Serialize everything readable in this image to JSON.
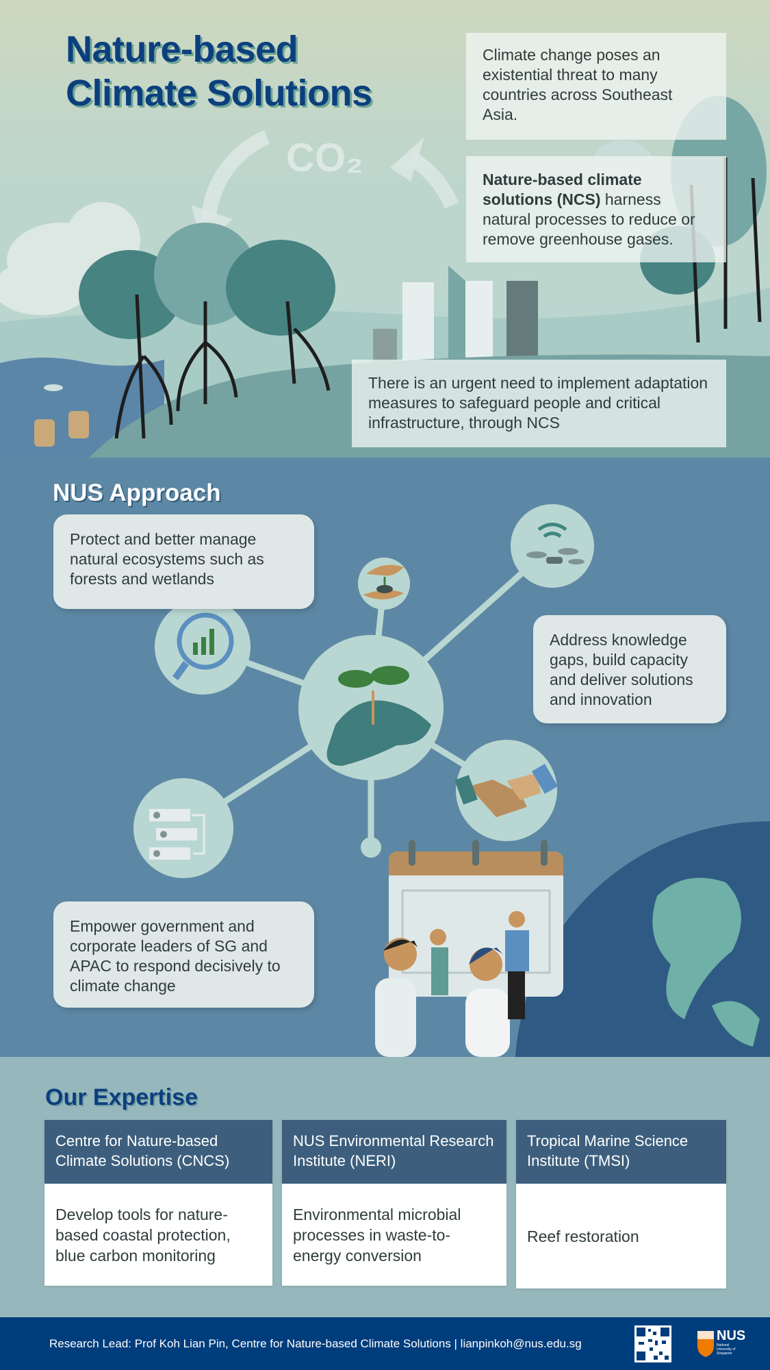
{
  "header": {
    "title_line1": "Nature-based",
    "title_line2": "Climate Solutions",
    "co2_label": "CO₂"
  },
  "intro": {
    "box1": "Climate change poses an existential threat to many countries across Southeast Asia.",
    "box2_bold": "Nature-based climate solutions (NCS)",
    "box2_rest": " harness natural processes to reduce or remove greenhouse gases.",
    "box3": "There is an urgent need to implement adaptation measures to safeguard people and critical infrastructure, through NCS"
  },
  "approach": {
    "title": "NUS Approach",
    "items": [
      "Protect and better manage natural ecosystems such as forests and wetlands",
      "Address knowledge gaps, build capacity and deliver solutions and innovation",
      "Empower government and corporate leaders of SG and APAC to respond decisively to climate change"
    ]
  },
  "expertise": {
    "title": "Our Expertise",
    "cards": [
      {
        "name": "Centre for Nature-based Climate Solutions (CNCS)",
        "desc": "Develop tools for nature-based coastal protection, blue carbon monitoring"
      },
      {
        "name": "NUS Environmental Research Institute (NERI)",
        "desc": "Environmental microbial processes in waste-to-energy conversion"
      },
      {
        "name": "Tropical Marine Science Institute (TMSI)",
        "desc": "Reef restoration"
      }
    ]
  },
  "footer": {
    "text": "Research Lead: Prof Koh Lian Pin, Centre for Nature-based Climate Solutions | lianpinkoh@nus.edu.sg",
    "logo_text": "NUS",
    "logo_sub": "National University of Singapore"
  },
  "colors": {
    "brand_blue": "#003d7c",
    "card_header": "#3d5f7d",
    "approach_bg": "#5d88a5",
    "expertise_bg": "#96b8bc"
  }
}
